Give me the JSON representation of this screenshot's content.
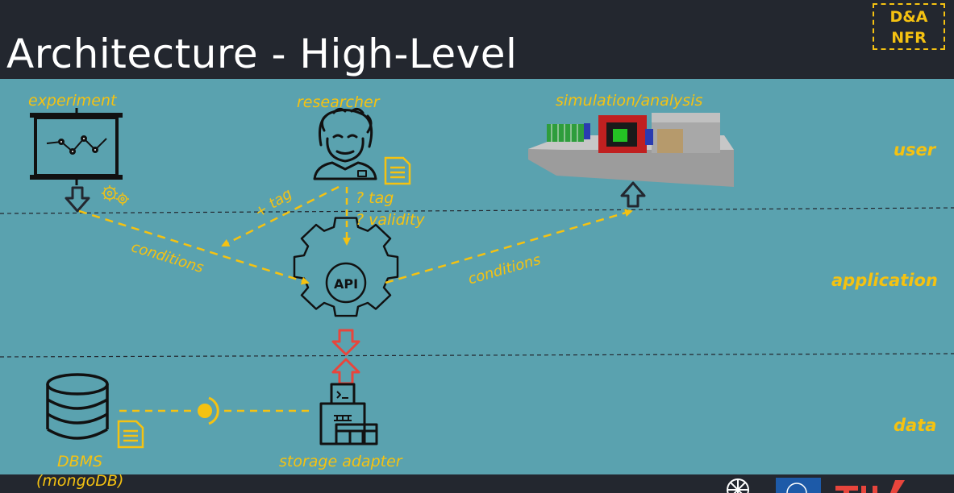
{
  "title": "Architecture - High-Level",
  "badge": {
    "line1": "D&A",
    "line2": "NFR"
  },
  "nodes": {
    "experiment": "experiment",
    "researcher": "researcher",
    "simulation": "simulation/analysis",
    "api": "API",
    "storage_adapter": "storage adapter",
    "dbms": "DBMS",
    "dbms_sub": "(mongoDB)"
  },
  "edges": {
    "plus_tag": "+ tag",
    "query_tag": "? tag",
    "query_validity": "? validity",
    "conditions_left": "conditions",
    "conditions_right": "conditions"
  },
  "layers": {
    "user": "user",
    "application": "application",
    "data": "data"
  },
  "colors": {
    "background": "#23272f",
    "panel": "#5aa2af",
    "accent": "#f5c211",
    "icon": "#1b1f26",
    "interface_arrow": "#e8453c"
  }
}
